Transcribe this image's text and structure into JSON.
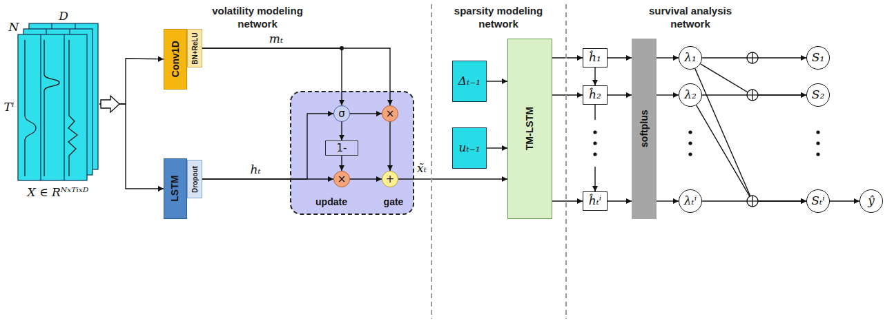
{
  "diagram": {
    "nodes": [
      {
        "text": [
          "N",
          "D",
          "Tⁱ",
          "X ∈ Rᴺˣᵀⁱˣᴰ"
        ]
      },
      {
        "text": [
          "Conv1D"
        ]
      },
      {
        "text": [
          "BN+ReLU"
        ]
      },
      {
        "text": [
          "LSTM"
        ]
      },
      {
        "text": [
          "Dropout"
        ]
      },
      {
        "text": [
          "update",
          "gate"
        ]
      },
      {
        "text": [
          "σ"
        ],
        "in": 5
      },
      {
        "text": [
          "×"
        ],
        "in": 5
      },
      {
        "text": [
          "1-"
        ],
        "in": 5
      },
      {
        "text": [
          "×"
        ],
        "in": 5
      },
      {
        "text": [
          "+"
        ],
        "in": 5
      },
      {
        "text": [
          "Δₜ₋₁"
        ]
      },
      {
        "text": [
          "uₜ₋₁"
        ]
      },
      {
        "text": [
          "TM-LSTM"
        ]
      },
      {
        "text": [
          "ĥ₁"
        ]
      },
      {
        "text": [
          "ĥ₂"
        ]
      },
      {
        "text": [
          "ĥₜⁱ"
        ]
      },
      {
        "text": [
          "softplus"
        ]
      },
      {
        "text": [
          "λ₁"
        ]
      },
      {
        "text": [
          "λ₂"
        ]
      },
      {
        "text": [
          "λₜⁱ"
        ]
      },
      {
        "text": [
          "S₁"
        ]
      },
      {
        "text": [
          "S₂"
        ]
      },
      {
        "text": [
          "Sₜⁱ"
        ]
      },
      {
        "text": [
          "ŷ"
        ]
      }
    ],
    "edges": [
      {
        "from": 0,
        "to": 1,
        "arrow": "to"
      },
      {
        "from": 0,
        "to": 3,
        "arrow": "to"
      },
      {
        "from": 2,
        "to": 6,
        "arrow": "to",
        "label": "mₜ"
      },
      {
        "from": 2,
        "to": 7,
        "arrow": "to"
      },
      {
        "from": 4,
        "to": 9,
        "arrow": "to",
        "label": "hₜ"
      },
      {
        "from": 4,
        "to": 6,
        "arrow": "to"
      },
      {
        "from": 6,
        "to": 7,
        "arrow": "to"
      },
      {
        "from": 6,
        "to": 8,
        "arrow": "to"
      },
      {
        "from": 8,
        "to": 9,
        "arrow": "to"
      },
      {
        "from": 9,
        "to": 10,
        "arrow": "to"
      },
      {
        "from": 7,
        "to": 10,
        "arrow": "to"
      },
      {
        "from": 10,
        "to": 13,
        "arrow": "to",
        "label": "x̃ₜ"
      },
      {
        "from": 11,
        "to": 13,
        "arrow": "to"
      },
      {
        "from": 12,
        "to": 13,
        "arrow": "to"
      },
      {
        "from": 13,
        "to": 14,
        "arrow": "to"
      },
      {
        "from": 13,
        "to": 15,
        "arrow": "to"
      },
      {
        "from": 13,
        "to": 16,
        "arrow": "to"
      },
      {
        "from": 14,
        "to": 15,
        "arrow": "to"
      },
      {
        "from": 15,
        "to": 16,
        "arrow": "to"
      },
      {
        "from": 14,
        "to": 17,
        "arrow": "to"
      },
      {
        "from": 15,
        "to": 17,
        "arrow": "to"
      },
      {
        "from": 16,
        "to": 17,
        "arrow": "to"
      },
      {
        "from": 17,
        "to": 18,
        "arrow": "to"
      },
      {
        "from": 17,
        "to": 19,
        "arrow": "to"
      },
      {
        "from": 17,
        "to": 20,
        "arrow": "to"
      },
      {
        "from": 18,
        "to": 21,
        "arrow": "to"
      },
      {
        "from": 18,
        "to": 22,
        "arrow": "to"
      },
      {
        "from": 19,
        "to": 22,
        "arrow": "to"
      },
      {
        "from": 18,
        "to": 23,
        "arrow": "to"
      },
      {
        "from": 19,
        "to": 23,
        "arrow": "to"
      },
      {
        "from": 20,
        "to": 23,
        "arrow": "to"
      },
      {
        "from": 23,
        "to": 24,
        "arrow": "to"
      }
    ],
    "labels": [
      "volatility modeling network",
      "sparsity modeling network",
      "survival analysis network"
    ]
  }
}
